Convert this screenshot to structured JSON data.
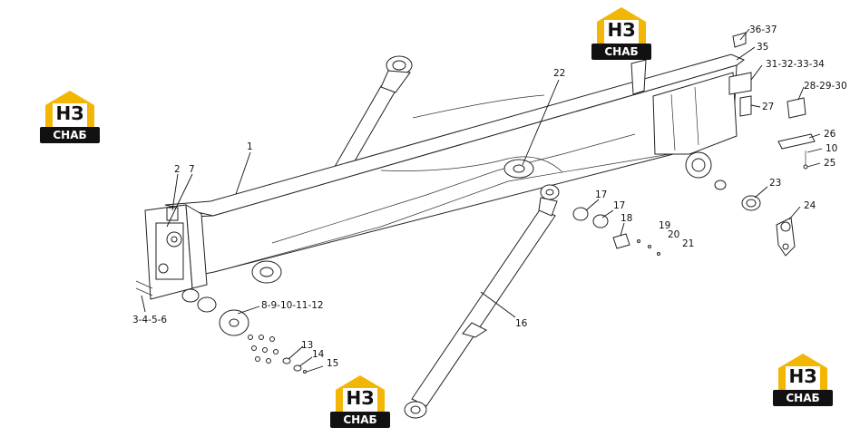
{
  "logo": {
    "mark": "НЗ",
    "caption": "СНАБ",
    "color": "#f2b705"
  },
  "labels": {
    "l1": "1",
    "l2": "2",
    "l7": "7",
    "l3456": "3-4-5-6",
    "l8_12": "8-9-10-11-12",
    "l13": "13",
    "l14": "14",
    "l15": "15",
    "l16": "16",
    "l17a": "17",
    "l17b": "17",
    "l18": "18",
    "l19": "19",
    "l20": "20",
    "l21": "21",
    "l22": "22",
    "l23": "23",
    "l24": "24",
    "l25": "25",
    "l26": "26",
    "l27": "27",
    "l28_30": "28-29-30",
    "l31_34": "31-32-33-34",
    "l35": "35",
    "l36_37": "36-37",
    "l10": "10"
  }
}
